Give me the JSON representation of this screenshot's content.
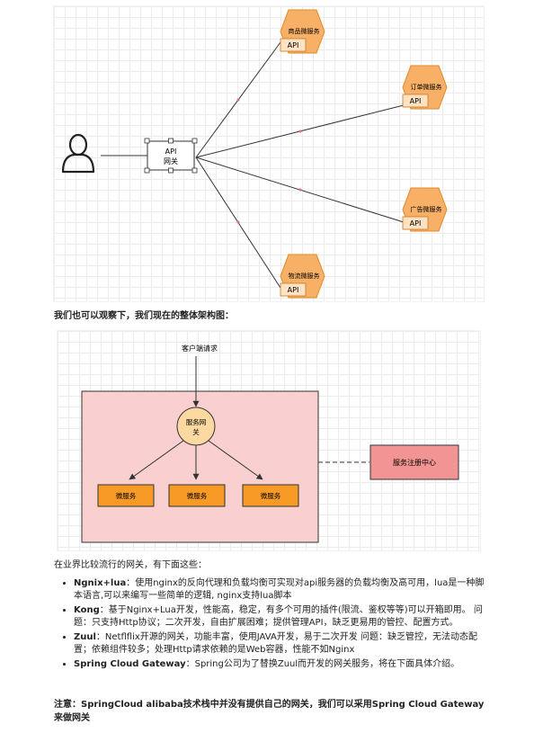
{
  "diagram1": {
    "gateway_line1": "API",
    "gateway_line2": "网关",
    "services": [
      {
        "name": "商品微服务",
        "api": "API"
      },
      {
        "name": "订单微服务",
        "api": "API"
      },
      {
        "name": "广告微服务",
        "api": "API"
      },
      {
        "name": "物流微服务",
        "api": "API"
      }
    ],
    "colors": {
      "hex_fill": "#f7b066",
      "hex_stroke": "#e08a28",
      "api_fill": "#fde3c3"
    },
    "icons": [
      "user-icon"
    ]
  },
  "section_heading": "我们也可以观察下，我们现在的整体架构图：",
  "diagram2": {
    "client_request": "客户端请求",
    "gateway_line1": "服务网",
    "gateway_line2": "关",
    "micro_services": [
      "微服务",
      "微服务",
      "微服务"
    ],
    "registry": "服务注册中心",
    "colors": {
      "container": "#f9cfcf",
      "service": "#f79a26",
      "gateway": "#fcd9a0",
      "registry": "#f29494"
    }
  },
  "intro_text": "在业界比较流行的网关，有下面这些：",
  "items": [
    {
      "name": "Ngnix+lua",
      "sep": "：",
      "desc": "使用nginx的反向代理和负载均衡可实现对api服务器的负载均衡及高可用，lua是一种脚本语言,可以来编写一些简单的逻辑, nginx支持lua脚本"
    },
    {
      "name": "Kong",
      "sep": "：",
      "desc": "基于Nginx+Lua开发，性能高，稳定，有多个可用的插件(限流、鉴权等等)可以开箱即用。 问题：只支持Http协议；二次开发，自由扩展困难；提供管理API，缺乏更易用的管控、配置方式。"
    },
    {
      "name": "Zuul",
      "sep": "：",
      "desc": "Netflflix开源的网关，功能丰富，使用JAVA开发，易于二次开发 问题：缺乏管控，无法动态配置；依赖组件较多；处理Http请求依赖的是Web容器，性能不如Nginx"
    },
    {
      "name": "Spring Cloud Gateway",
      "sep": "：",
      "desc": "Spring公司为了替换Zuul而开发的网关服务，将在下面具体介绍。"
    }
  ],
  "note": "注意：SpringCloud alibaba技术栈中并没有提供自己的网关，我们可以采用Spring Cloud Gateway来做网关"
}
